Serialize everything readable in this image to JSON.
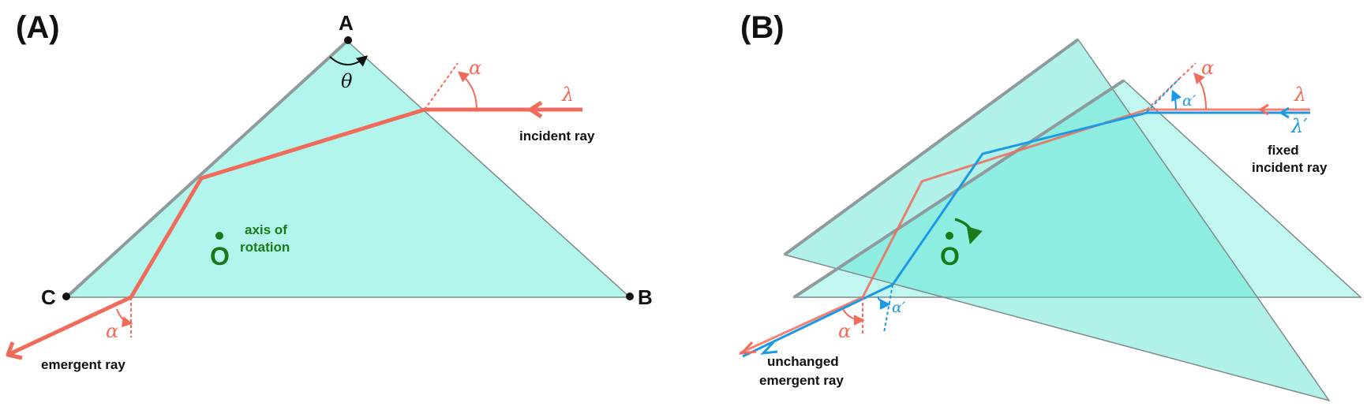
{
  "panel_a": {
    "label": "(A)",
    "vertices": {
      "a": "A",
      "b": "B",
      "c": "C"
    },
    "apex_angle": "θ",
    "incidence_angle": "α",
    "exit_angle": "α",
    "wavelength": "λ",
    "incident_caption": "incident ray",
    "emergent_caption": "emergent ray",
    "axis_point": "O",
    "axis_caption_line1": "axis of",
    "axis_caption_line2": "rotation"
  },
  "panel_b": {
    "label": "(B)",
    "incidence_angle": "α",
    "incidence_angle_prime": "α′",
    "exit_angle": "α",
    "exit_angle_prime": "α′",
    "wavelength": "λ",
    "wavelength_prime": "λ′",
    "incident_caption_line1": "fixed",
    "incident_caption_line2": "incident ray",
    "emergent_caption_line1": "unchanged",
    "emergent_caption_line2": "emergent ray",
    "axis_point": "O"
  },
  "colors": {
    "prism_fill": "#b2f5ec",
    "prism_rotated_fill": "#4fe0cf",
    "prism_edge": "#8f9a9c",
    "ray_red": "#f06b5a",
    "ray_blue": "#1a9ae6",
    "axis_green": "#1a7a1a"
  }
}
